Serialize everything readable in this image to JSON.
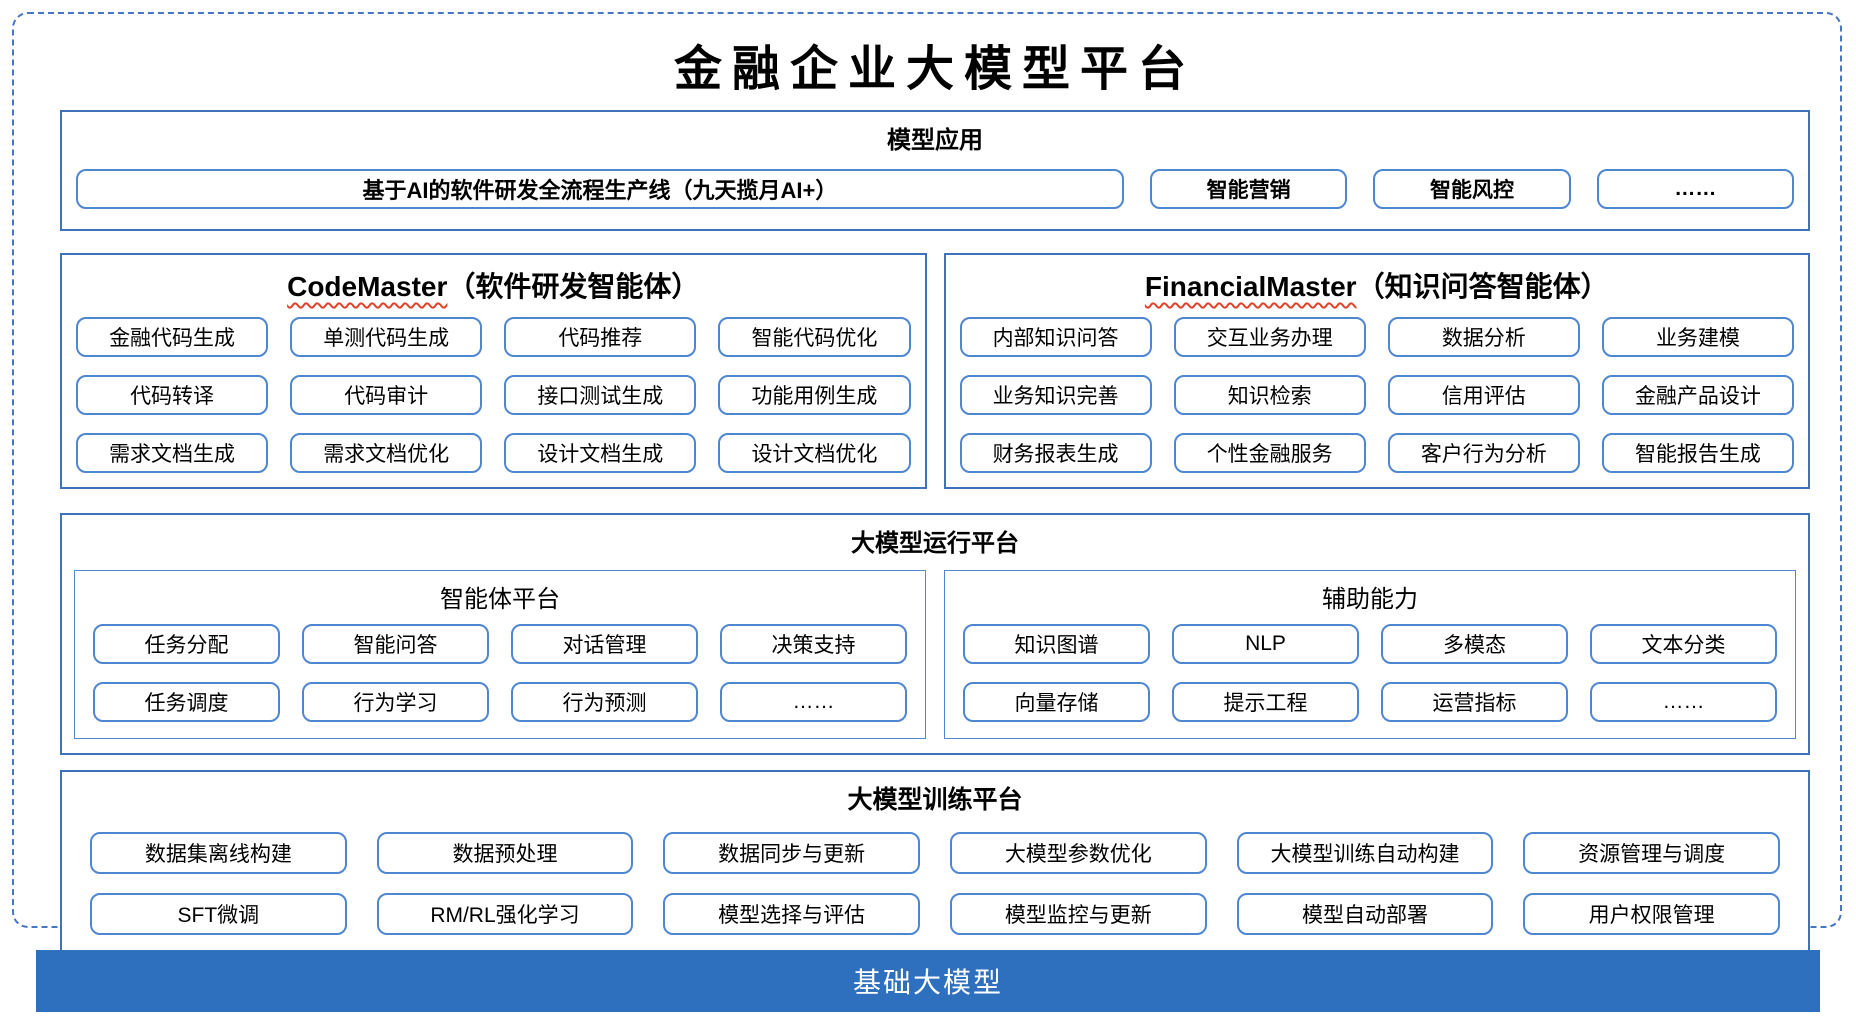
{
  "title": "金融企业大模型平台",
  "colors": {
    "section_border": "#3e72ba",
    "item_border": "#4e86cf",
    "dashed_border": "#4776c5",
    "foundation_bg": "#2e6fbe",
    "spellcheck_wavy": "#e0432b"
  },
  "model_applications": {
    "header": "模型应用",
    "main_box": "基于AI的软件研发全流程生产线（九天揽月AI+）",
    "items": [
      "智能营销",
      "智能风控",
      "……"
    ]
  },
  "code_master": {
    "title_en": "CodeMaster",
    "title_zh": "（软件研发智能体）",
    "items": [
      "金融代码生成",
      "单测代码生成",
      "代码推荐",
      "智能代码优化",
      "代码转译",
      "代码审计",
      "接口测试生成",
      "功能用例生成",
      "需求文档生成",
      "需求文档优化",
      "设计文档生成",
      "设计文档优化"
    ]
  },
  "financial_master": {
    "title_en": "FinancialMaster",
    "title_zh": "（知识问答智能体）",
    "items": [
      "内部知识问答",
      "交互业务办理",
      "数据分析",
      "业务建模",
      "业务知识完善",
      "知识检索",
      "信用评估",
      "金融产品设计",
      "财务报表生成",
      "个性金融服务",
      "客户行为分析",
      "智能报告生成"
    ]
  },
  "runtime_platform": {
    "header": "大模型运行平台",
    "agent_platform": {
      "header": "智能体平台",
      "items": [
        "任务分配",
        "智能问答",
        "对话管理",
        "决策支持",
        "任务调度",
        "行为学习",
        "行为预测",
        "……"
      ]
    },
    "auxiliary": {
      "header": "辅助能力",
      "items": [
        "知识图谱",
        "NLP",
        "多模态",
        "文本分类",
        "向量存储",
        "提示工程",
        "运营指标",
        "……"
      ]
    }
  },
  "training_platform": {
    "header": "大模型训练平台",
    "items": [
      "数据集离线构建",
      "数据预处理",
      "数据同步与更新",
      "大模型参数优化",
      "大模型训练自动构建",
      "资源管理与调度",
      "SFT微调",
      "RM/RL强化学习",
      "模型选择与评估",
      "模型监控与更新",
      "模型自动部署",
      "用户权限管理"
    ]
  },
  "foundation": {
    "label": "基础大模型"
  }
}
